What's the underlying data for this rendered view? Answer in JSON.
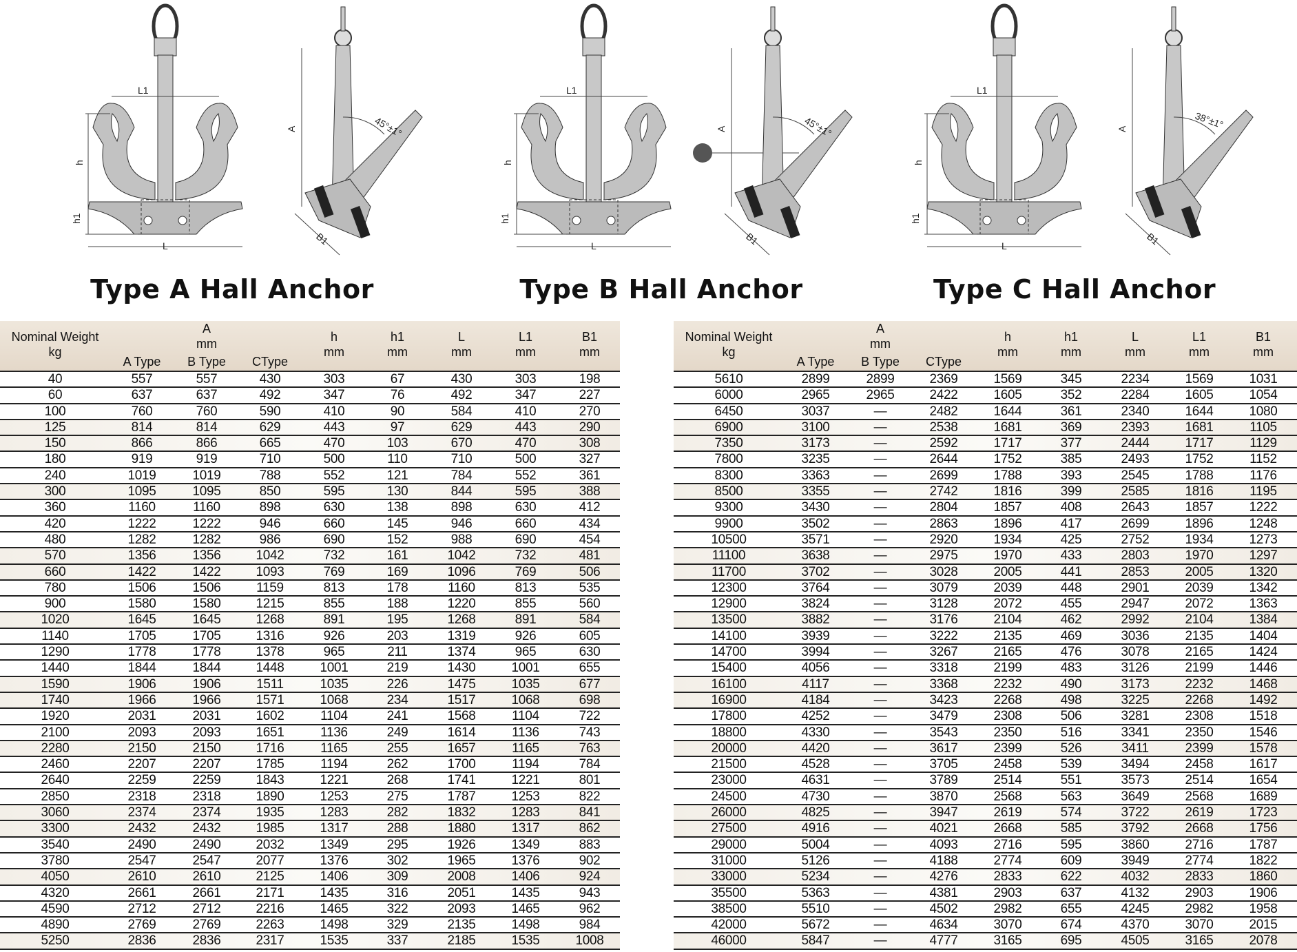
{
  "drawings": [
    {
      "title": "Type A Hall Anchor",
      "labels": {
        "L1": "L1",
        "h": "h",
        "h1": "h1",
        "L": "L",
        "A": "A",
        "B1": "B1",
        "angle": "45°±1°"
      }
    },
    {
      "title": "Type B Hall Anchor",
      "labels": {
        "L1": "L1",
        "h": "h",
        "h1": "h1",
        "L": "L",
        "A": "A",
        "B1": "B1",
        "angle": "45°±1°"
      }
    },
    {
      "title": "Type C Hall Anchor",
      "labels": {
        "L1": "L1",
        "h": "h",
        "h1": "h1",
        "L": "L",
        "A": "A",
        "B1": "B1",
        "angle": "38°±1°"
      }
    }
  ],
  "header": {
    "weight": "Nominal Weight",
    "weight_unit": "kg",
    "a": "A",
    "a_unit": "mm",
    "a_type": "A Type",
    "b_type": "B Type",
    "c_type": "CType",
    "h": "h",
    "h1": "h1",
    "L": "L",
    "L1": "L1",
    "B1": "B1",
    "unit": "mm"
  },
  "columns": [
    "Nominal Weight (kg)",
    "A Type",
    "B Type",
    "CType",
    "h",
    "h1",
    "L",
    "L1",
    "B1"
  ],
  "left_rows": [
    [
      "40",
      "557",
      "557",
      "430",
      "303",
      "67",
      "430",
      "303",
      "198"
    ],
    [
      "60",
      "637",
      "637",
      "492",
      "347",
      "76",
      "492",
      "347",
      "227"
    ],
    [
      "100",
      "760",
      "760",
      "590",
      "410",
      "90",
      "584",
      "410",
      "270"
    ],
    [
      "125",
      "814",
      "814",
      "629",
      "443",
      "97",
      "629",
      "443",
      "290"
    ],
    [
      "150",
      "866",
      "866",
      "665",
      "470",
      "103",
      "670",
      "470",
      "308"
    ],
    [
      "180",
      "919",
      "919",
      "710",
      "500",
      "110",
      "710",
      "500",
      "327"
    ],
    [
      "240",
      "1019",
      "1019",
      "788",
      "552",
      "121",
      "784",
      "552",
      "361"
    ],
    [
      "300",
      "1095",
      "1095",
      "850",
      "595",
      "130",
      "844",
      "595",
      "388"
    ],
    [
      "360",
      "1160",
      "1160",
      "898",
      "630",
      "138",
      "898",
      "630",
      "412"
    ],
    [
      "420",
      "1222",
      "1222",
      "946",
      "660",
      "145",
      "946",
      "660",
      "434"
    ],
    [
      "480",
      "1282",
      "1282",
      "986",
      "690",
      "152",
      "988",
      "690",
      "454"
    ],
    [
      "570",
      "1356",
      "1356",
      "1042",
      "732",
      "161",
      "1042",
      "732",
      "481"
    ],
    [
      "660",
      "1422",
      "1422",
      "1093",
      "769",
      "169",
      "1096",
      "769",
      "506"
    ],
    [
      "780",
      "1506",
      "1506",
      "1159",
      "813",
      "178",
      "1160",
      "813",
      "535"
    ],
    [
      "900",
      "1580",
      "1580",
      "1215",
      "855",
      "188",
      "1220",
      "855",
      "560"
    ],
    [
      "1020",
      "1645",
      "1645",
      "1268",
      "891",
      "195",
      "1268",
      "891",
      "584"
    ],
    [
      "1140",
      "1705",
      "1705",
      "1316",
      "926",
      "203",
      "1319",
      "926",
      "605"
    ],
    [
      "1290",
      "1778",
      "1778",
      "1378",
      "965",
      "211",
      "1374",
      "965",
      "630"
    ],
    [
      "1440",
      "1844",
      "1844",
      "1448",
      "1001",
      "219",
      "1430",
      "1001",
      "655"
    ],
    [
      "1590",
      "1906",
      "1906",
      "1511",
      "1035",
      "226",
      "1475",
      "1035",
      "677"
    ],
    [
      "1740",
      "1966",
      "1966",
      "1571",
      "1068",
      "234",
      "1517",
      "1068",
      "698"
    ],
    [
      "1920",
      "2031",
      "2031",
      "1602",
      "1104",
      "241",
      "1568",
      "1104",
      "722"
    ],
    [
      "2100",
      "2093",
      "2093",
      "1651",
      "1136",
      "249",
      "1614",
      "1136",
      "743"
    ],
    [
      "2280",
      "2150",
      "2150",
      "1716",
      "1165",
      "255",
      "1657",
      "1165",
      "763"
    ],
    [
      "2460",
      "2207",
      "2207",
      "1785",
      "1194",
      "262",
      "1700",
      "1194",
      "784"
    ],
    [
      "2640",
      "2259",
      "2259",
      "1843",
      "1221",
      "268",
      "1741",
      "1221",
      "801"
    ],
    [
      "2850",
      "2318",
      "2318",
      "1890",
      "1253",
      "275",
      "1787",
      "1253",
      "822"
    ],
    [
      "3060",
      "2374",
      "2374",
      "1935",
      "1283",
      "282",
      "1832",
      "1283",
      "841"
    ],
    [
      "3300",
      "2432",
      "2432",
      "1985",
      "1317",
      "288",
      "1880",
      "1317",
      "862"
    ],
    [
      "3540",
      "2490",
      "2490",
      "2032",
      "1349",
      "295",
      "1926",
      "1349",
      "883"
    ],
    [
      "3780",
      "2547",
      "2547",
      "2077",
      "1376",
      "302",
      "1965",
      "1376",
      "902"
    ],
    [
      "4050",
      "2610",
      "2610",
      "2125",
      "1406",
      "309",
      "2008",
      "1406",
      "924"
    ],
    [
      "4320",
      "2661",
      "2661",
      "2171",
      "1435",
      "316",
      "2051",
      "1435",
      "943"
    ],
    [
      "4590",
      "2712",
      "2712",
      "2216",
      "1465",
      "322",
      "2093",
      "1465",
      "962"
    ],
    [
      "4890",
      "2769",
      "2769",
      "2263",
      "1498",
      "329",
      "2135",
      "1498",
      "984"
    ],
    [
      "5250",
      "2836",
      "2836",
      "2317",
      "1535",
      "337",
      "2185",
      "1535",
      "1008"
    ]
  ],
  "right_rows": [
    [
      "5610",
      "2899",
      "2899",
      "2369",
      "1569",
      "345",
      "2234",
      "1569",
      "1031"
    ],
    [
      "6000",
      "2965",
      "2965",
      "2422",
      "1605",
      "352",
      "2284",
      "1605",
      "1054"
    ],
    [
      "6450",
      "3037",
      "—",
      "2482",
      "1644",
      "361",
      "2340",
      "1644",
      "1080"
    ],
    [
      "6900",
      "3100",
      "—",
      "2538",
      "1681",
      "369",
      "2393",
      "1681",
      "1105"
    ],
    [
      "7350",
      "3173",
      "—",
      "2592",
      "1717",
      "377",
      "2444",
      "1717",
      "1129"
    ],
    [
      "7800",
      "3235",
      "—",
      "2644",
      "1752",
      "385",
      "2493",
      "1752",
      "1152"
    ],
    [
      "8300",
      "3363",
      "—",
      "2699",
      "1788",
      "393",
      "2545",
      "1788",
      "1176"
    ],
    [
      "8500",
      "3355",
      "—",
      "2742",
      "1816",
      "399",
      "2585",
      "1816",
      "1195"
    ],
    [
      "9300",
      "3430",
      "—",
      "2804",
      "1857",
      "408",
      "2643",
      "1857",
      "1222"
    ],
    [
      "9900",
      "3502",
      "—",
      "2863",
      "1896",
      "417",
      "2699",
      "1896",
      "1248"
    ],
    [
      "10500",
      "3571",
      "—",
      "2920",
      "1934",
      "425",
      "2752",
      "1934",
      "1273"
    ],
    [
      "11100",
      "3638",
      "—",
      "2975",
      "1970",
      "433",
      "2803",
      "1970",
      "1297"
    ],
    [
      "11700",
      "3702",
      "—",
      "3028",
      "2005",
      "441",
      "2853",
      "2005",
      "1320"
    ],
    [
      "12300",
      "3764",
      "—",
      "3079",
      "2039",
      "448",
      "2901",
      "2039",
      "1342"
    ],
    [
      "12900",
      "3824",
      "—",
      "3128",
      "2072",
      "455",
      "2947",
      "2072",
      "1363"
    ],
    [
      "13500",
      "3882",
      "—",
      "3176",
      "2104",
      "462",
      "2992",
      "2104",
      "1384"
    ],
    [
      "14100",
      "3939",
      "—",
      "3222",
      "2135",
      "469",
      "3036",
      "2135",
      "1404"
    ],
    [
      "14700",
      "3994",
      "—",
      "3267",
      "2165",
      "476",
      "3078",
      "2165",
      "1424"
    ],
    [
      "15400",
      "4056",
      "—",
      "3318",
      "2199",
      "483",
      "3126",
      "2199",
      "1446"
    ],
    [
      "16100",
      "4117",
      "—",
      "3368",
      "2232",
      "490",
      "3173",
      "2232",
      "1468"
    ],
    [
      "16900",
      "4184",
      "—",
      "3423",
      "2268",
      "498",
      "3225",
      "2268",
      "1492"
    ],
    [
      "17800",
      "4252",
      "—",
      "3479",
      "2308",
      "506",
      "3281",
      "2308",
      "1518"
    ],
    [
      "18800",
      "4330",
      "—",
      "3543",
      "2350",
      "516",
      "3341",
      "2350",
      "1546"
    ],
    [
      "20000",
      "4420",
      "—",
      "3617",
      "2399",
      "526",
      "3411",
      "2399",
      "1578"
    ],
    [
      "21500",
      "4528",
      "—",
      "3705",
      "2458",
      "539",
      "3494",
      "2458",
      "1617"
    ],
    [
      "23000",
      "4631",
      "—",
      "3789",
      "2514",
      "551",
      "3573",
      "2514",
      "1654"
    ],
    [
      "24500",
      "4730",
      "—",
      "3870",
      "2568",
      "563",
      "3649",
      "2568",
      "1689"
    ],
    [
      "26000",
      "4825",
      "—",
      "3947",
      "2619",
      "574",
      "3722",
      "2619",
      "1723"
    ],
    [
      "27500",
      "4916",
      "—",
      "4021",
      "2668",
      "585",
      "3792",
      "2668",
      "1756"
    ],
    [
      "29000",
      "5004",
      "—",
      "4093",
      "2716",
      "595",
      "3860",
      "2716",
      "1787"
    ],
    [
      "31000",
      "5126",
      "—",
      "4188",
      "2774",
      "609",
      "3949",
      "2774",
      "1822"
    ],
    [
      "33000",
      "5234",
      "—",
      "4276",
      "2833",
      "622",
      "4032",
      "2833",
      "1860"
    ],
    [
      "35500",
      "5363",
      "—",
      "4381",
      "2903",
      "637",
      "4132",
      "2903",
      "1906"
    ],
    [
      "38500",
      "5510",
      "—",
      "4502",
      "2982",
      "655",
      "4245",
      "2982",
      "1958"
    ],
    [
      "42000",
      "5672",
      "—",
      "4634",
      "3070",
      "674",
      "4370",
      "3070",
      "2015"
    ],
    [
      "46000",
      "5847",
      "—",
      "4777",
      "3165",
      "695",
      "4505",
      "3165",
      "2078"
    ]
  ]
}
